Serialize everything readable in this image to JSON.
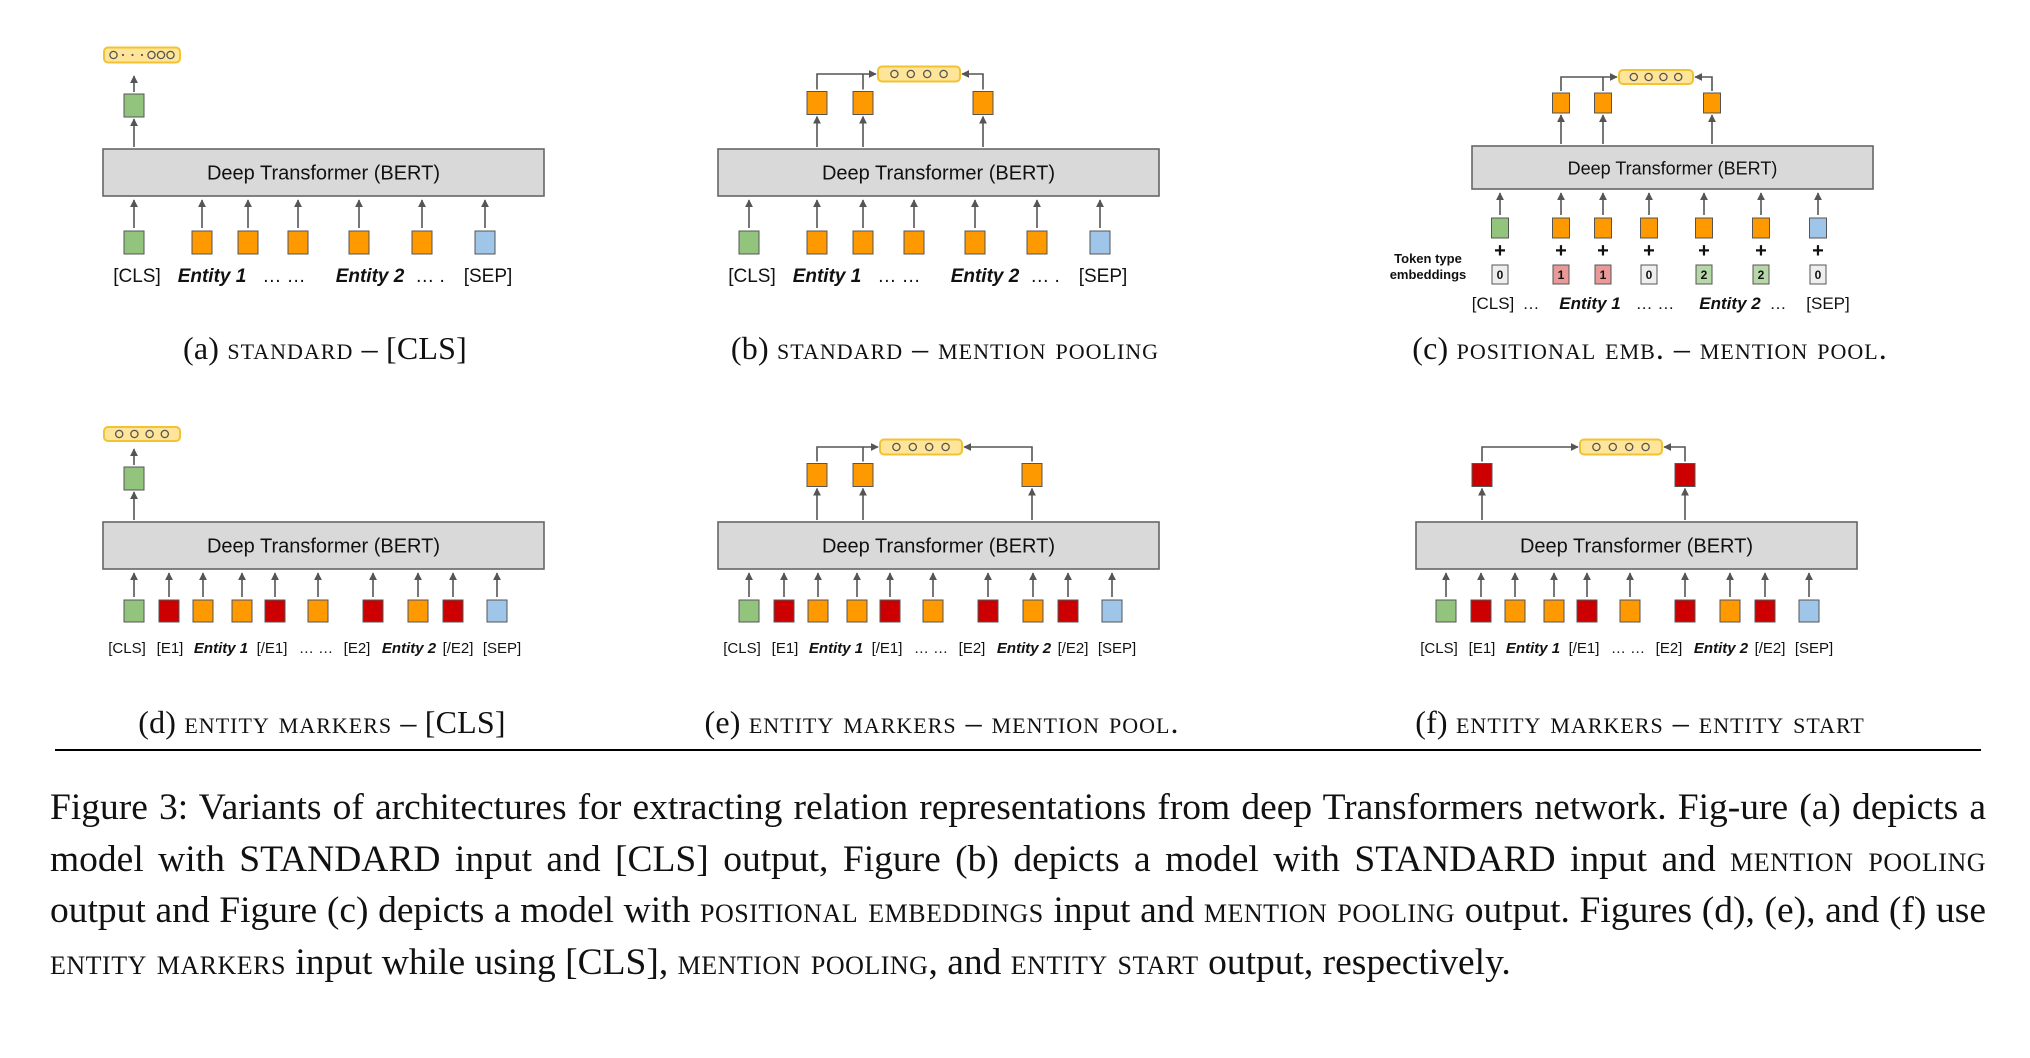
{
  "block_label": "Deep Transformer (BERT)",
  "token_type_label": [
    "Token type",
    "embeddings"
  ],
  "colors": {
    "cls": "#93c47d",
    "entity": "#ff9900",
    "marker": "#cc0000",
    "sep": "#9fc5e8",
    "box_fill": "#d9d9d9",
    "pool_fill": "#ffe599",
    "pool_border": "#f1c232",
    "tt_red": "#ea9999",
    "tt_green": "#b6d7a8",
    "tt_gray": "#eeeeee"
  },
  "panels": [
    {
      "id": "a",
      "caption_prefix": "(a) ",
      "caption_sc": "standard",
      "caption_suffix": " – [CLS]",
      "output": "cls",
      "tokens": [
        "cls",
        "entity",
        "entity",
        "entity",
        "entity",
        "entity",
        "sep"
      ],
      "labels": [
        {
          "text": "[CLS]",
          "bold": false
        },
        {
          "text": "Entity 1",
          "bold": true
        },
        {
          "text": "… …",
          "bold": false
        },
        {
          "text": "Entity 2",
          "bold": true
        },
        {
          "text": "… .",
          "bold": false
        },
        {
          "text": "[SEP]",
          "bold": false
        }
      ]
    },
    {
      "id": "b",
      "caption_prefix": "(b) ",
      "caption_sc": "standard – mention pooling",
      "caption_suffix": "",
      "output": "pool3",
      "tokens": [
        "cls",
        "entity",
        "entity",
        "entity",
        "entity",
        "entity",
        "sep"
      ],
      "labels": [
        {
          "text": "[CLS]",
          "bold": false
        },
        {
          "text": "Entity 1",
          "bold": true
        },
        {
          "text": "… …",
          "bold": false
        },
        {
          "text": "Entity 2",
          "bold": true
        },
        {
          "text": "… .",
          "bold": false
        },
        {
          "text": "[SEP]",
          "bold": false
        }
      ]
    },
    {
      "id": "c",
      "caption_prefix": "(c) ",
      "caption_sc": "positional emb. – mention pool.",
      "caption_suffix": "",
      "output": "pool3",
      "tokens": [
        "cls",
        "entity",
        "entity",
        "entity",
        "entity",
        "entity",
        "sep"
      ],
      "token_types": [
        "0",
        "1",
        "1",
        "0",
        "2",
        "2",
        "0"
      ],
      "labels": [
        {
          "text": "[CLS]",
          "bold": false
        },
        {
          "text": "…",
          "bold": false
        },
        {
          "text": "Entity 1",
          "bold": true
        },
        {
          "text": "… …",
          "bold": false
        },
        {
          "text": "Entity 2",
          "bold": true
        },
        {
          "text": "…",
          "bold": false
        },
        {
          "text": "[SEP]",
          "bold": false
        }
      ]
    },
    {
      "id": "d",
      "caption_prefix": "(d) ",
      "caption_sc": "entity markers",
      "caption_suffix": " – [CLS]",
      "output": "cls",
      "tokens": [
        "cls",
        "marker",
        "entity",
        "entity",
        "marker",
        "entity",
        "marker",
        "entity",
        "marker",
        "sep"
      ],
      "labels": [
        {
          "text": "[CLS]",
          "bold": false
        },
        {
          "text": "[E1]",
          "bold": false
        },
        {
          "text": "Entity 1",
          "bold": true
        },
        {
          "text": "[/E1]",
          "bold": false
        },
        {
          "text": "… …",
          "bold": false
        },
        {
          "text": "[E2]",
          "bold": false
        },
        {
          "text": "Entity 2",
          "bold": true
        },
        {
          "text": "[/E2]",
          "bold": false
        },
        {
          "text": "[SEP]",
          "bold": false
        }
      ]
    },
    {
      "id": "e",
      "caption_prefix": "(e) ",
      "caption_sc": "entity markers – mention pool.",
      "caption_suffix": "",
      "output": "pool3",
      "tokens": [
        "cls",
        "marker",
        "entity",
        "entity",
        "marker",
        "entity",
        "marker",
        "entity",
        "marker",
        "sep"
      ],
      "labels": [
        {
          "text": "[CLS]",
          "bold": false
        },
        {
          "text": "[E1]",
          "bold": false
        },
        {
          "text": "Entity 1",
          "bold": true
        },
        {
          "text": "[/E1]",
          "bold": false
        },
        {
          "text": "… …",
          "bold": false
        },
        {
          "text": "[E2]",
          "bold": false
        },
        {
          "text": "Entity 2",
          "bold": true
        },
        {
          "text": "[/E2]",
          "bold": false
        },
        {
          "text": "[SEP]",
          "bold": false
        }
      ]
    },
    {
      "id": "f",
      "caption_prefix": "(f) ",
      "caption_sc": "entity markers – entity start",
      "caption_suffix": "",
      "output": "pool2",
      "tokens": [
        "cls",
        "marker",
        "entity",
        "entity",
        "marker",
        "entity",
        "marker",
        "entity",
        "marker",
        "sep"
      ],
      "labels": [
        {
          "text": "[CLS]",
          "bold": false
        },
        {
          "text": "[E1]",
          "bold": false
        },
        {
          "text": "Entity 1",
          "bold": true
        },
        {
          "text": "[/E1]",
          "bold": false
        },
        {
          "text": "… …",
          "bold": false
        },
        {
          "text": "[E2]",
          "bold": false
        },
        {
          "text": "Entity 2",
          "bold": true
        },
        {
          "text": "[/E2]",
          "bold": false
        },
        {
          "text": "[SEP]",
          "bold": false
        }
      ]
    }
  ],
  "caption": {
    "segments": [
      {
        "t": "Figure 3: Variants of architectures for extracting relation representations from deep Transformers network. Fig-ure (a) depicts a model with ",
        "sc": false
      },
      {
        "t": "STANDARD",
        "sc": false
      },
      {
        "t": " input and [CLS] output, Figure (b) depicts a model with ",
        "sc": false
      },
      {
        "t": "STANDARD",
        "sc": false
      },
      {
        "t": " input and ",
        "sc": false
      },
      {
        "t": "mention pooling",
        "sc": true
      },
      {
        "t": " output and Figure (c) depicts a model with ",
        "sc": false
      },
      {
        "t": "positional embeddings",
        "sc": true
      },
      {
        "t": " input and ",
        "sc": false
      },
      {
        "t": "mention pooling",
        "sc": true
      },
      {
        "t": " output. Figures (d), (e), and (f) use ",
        "sc": false
      },
      {
        "t": "entity markers",
        "sc": true
      },
      {
        "t": " input while using [CLS], ",
        "sc": false
      },
      {
        "t": "mention pooling",
        "sc": true
      },
      {
        "t": ", and ",
        "sc": false
      },
      {
        "t": "entity start",
        "sc": true
      },
      {
        "t": " output, respectively.",
        "sc": false
      }
    ]
  }
}
